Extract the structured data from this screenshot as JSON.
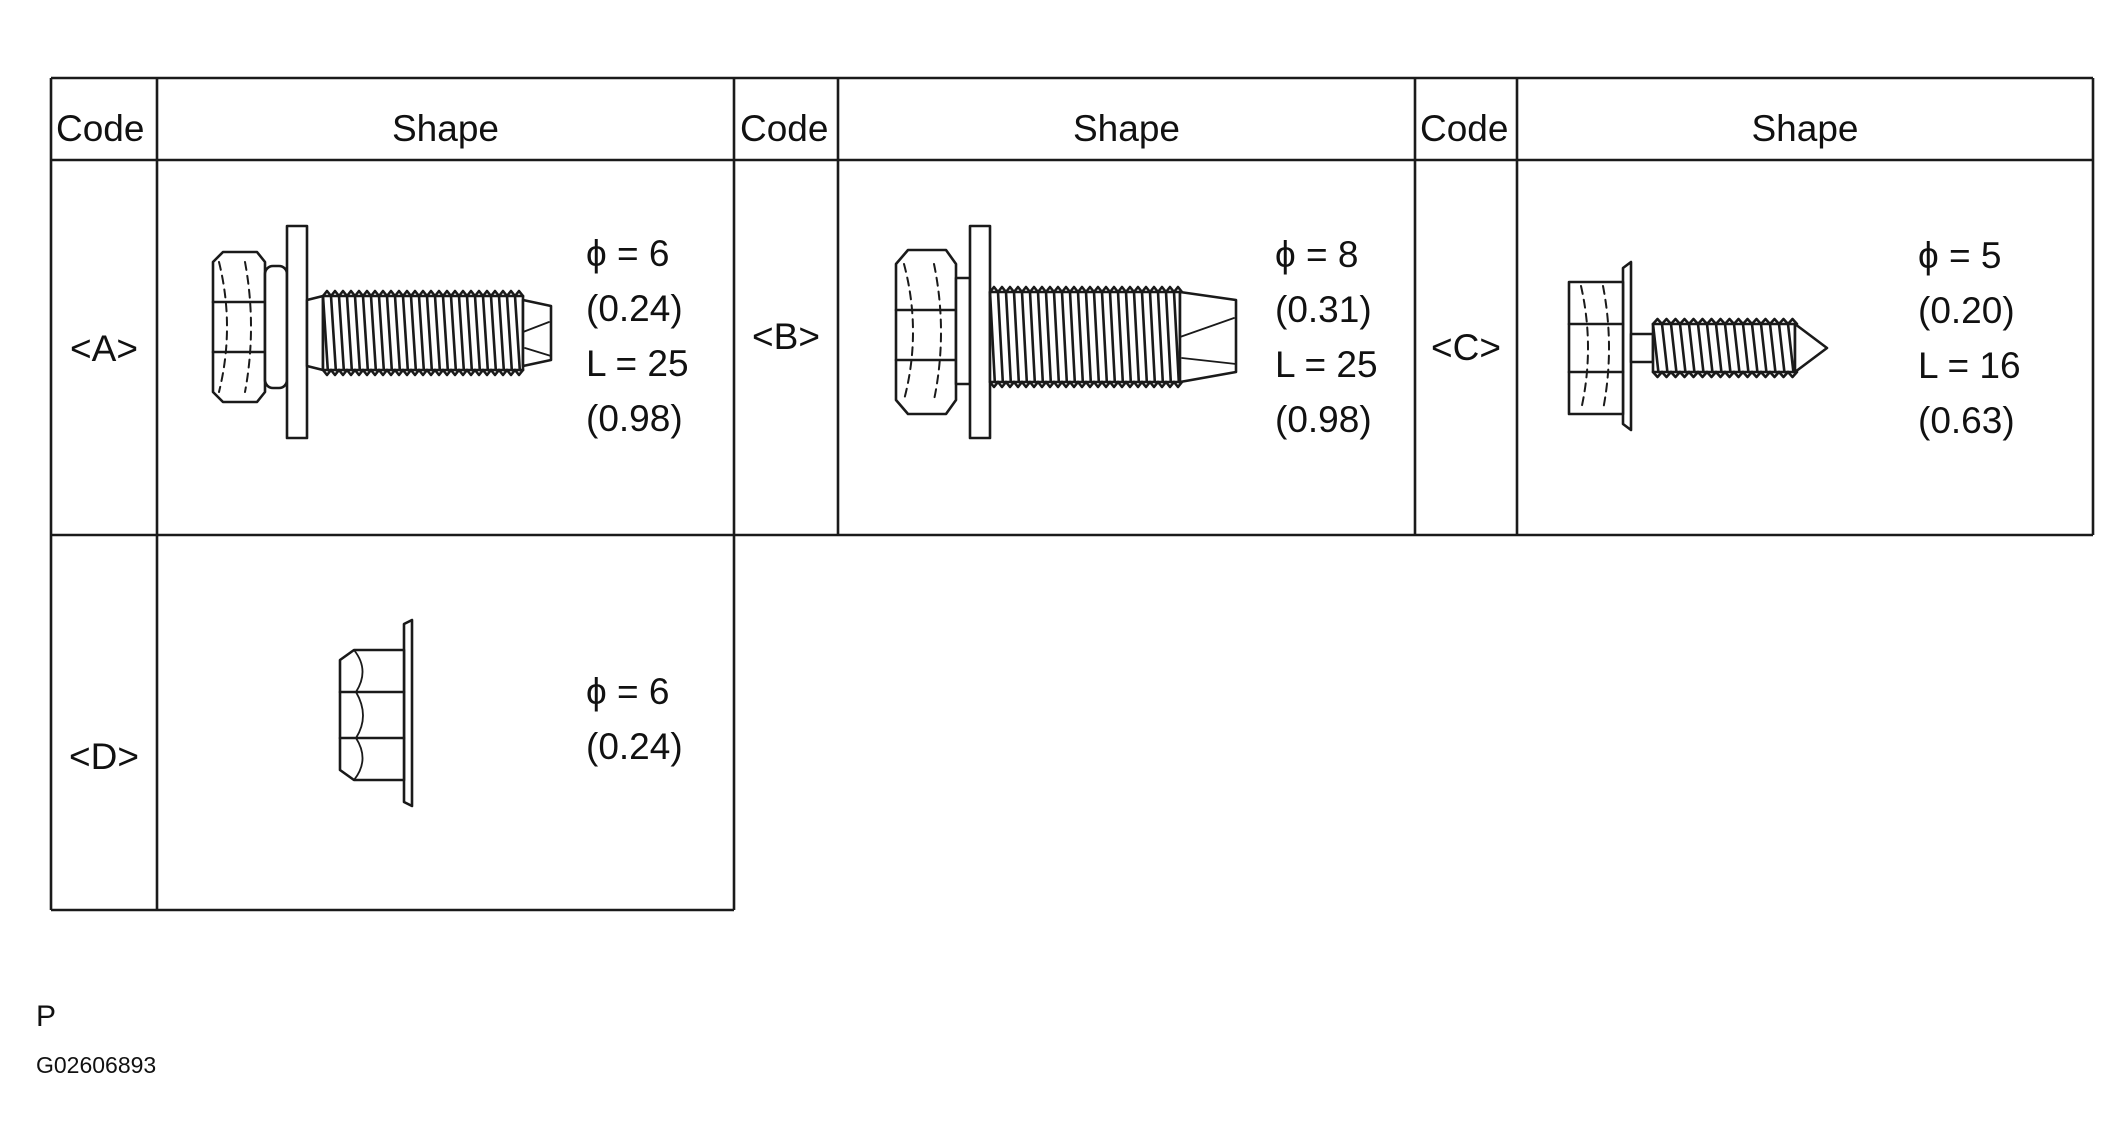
{
  "table": {
    "headers": [
      "Code",
      "Shape",
      "Code",
      "Shape",
      "Code",
      "Shape"
    ],
    "rows": [
      {
        "code": "<A>",
        "icon": "bolt-with-washers-icon",
        "spec": [
          "ϕ = 6",
          "(0.24)",
          "L = 25",
          "(0.98)"
        ]
      },
      {
        "code": "<B>",
        "icon": "hex-bolt-with-washer-icon",
        "spec": [
          "ϕ = 8",
          "(0.31)",
          "L = 25",
          "(0.98)"
        ]
      },
      {
        "code": "<C>",
        "icon": "tapping-screw-icon",
        "spec": [
          "ϕ = 5",
          "(0.20)",
          "L = 16",
          "(0.63)"
        ]
      },
      {
        "code": "<D>",
        "icon": "flange-nut-icon",
        "spec": [
          "ϕ = 6",
          "(0.24)"
        ]
      }
    ]
  },
  "caption": {
    "letter": "P",
    "figure_id": "G02606893"
  }
}
